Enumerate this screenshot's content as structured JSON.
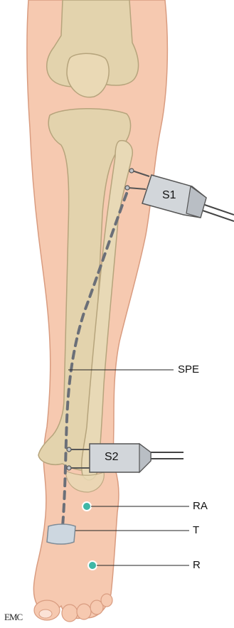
{
  "labels": {
    "s1": "S1",
    "s2": "S2",
    "spe": "SPE",
    "ra": "RA",
    "t": "T",
    "r": "R"
  },
  "credit": "EMC",
  "colors": {
    "skin": "#f6c9b0",
    "skin_outline": "#d99c80",
    "bone": "#e3d3ad",
    "bone_outline": "#b6a47c",
    "stimulator": "#d2d6da",
    "electrode": "#3fb7a6",
    "nerve_dash": "#6b6f78"
  }
}
